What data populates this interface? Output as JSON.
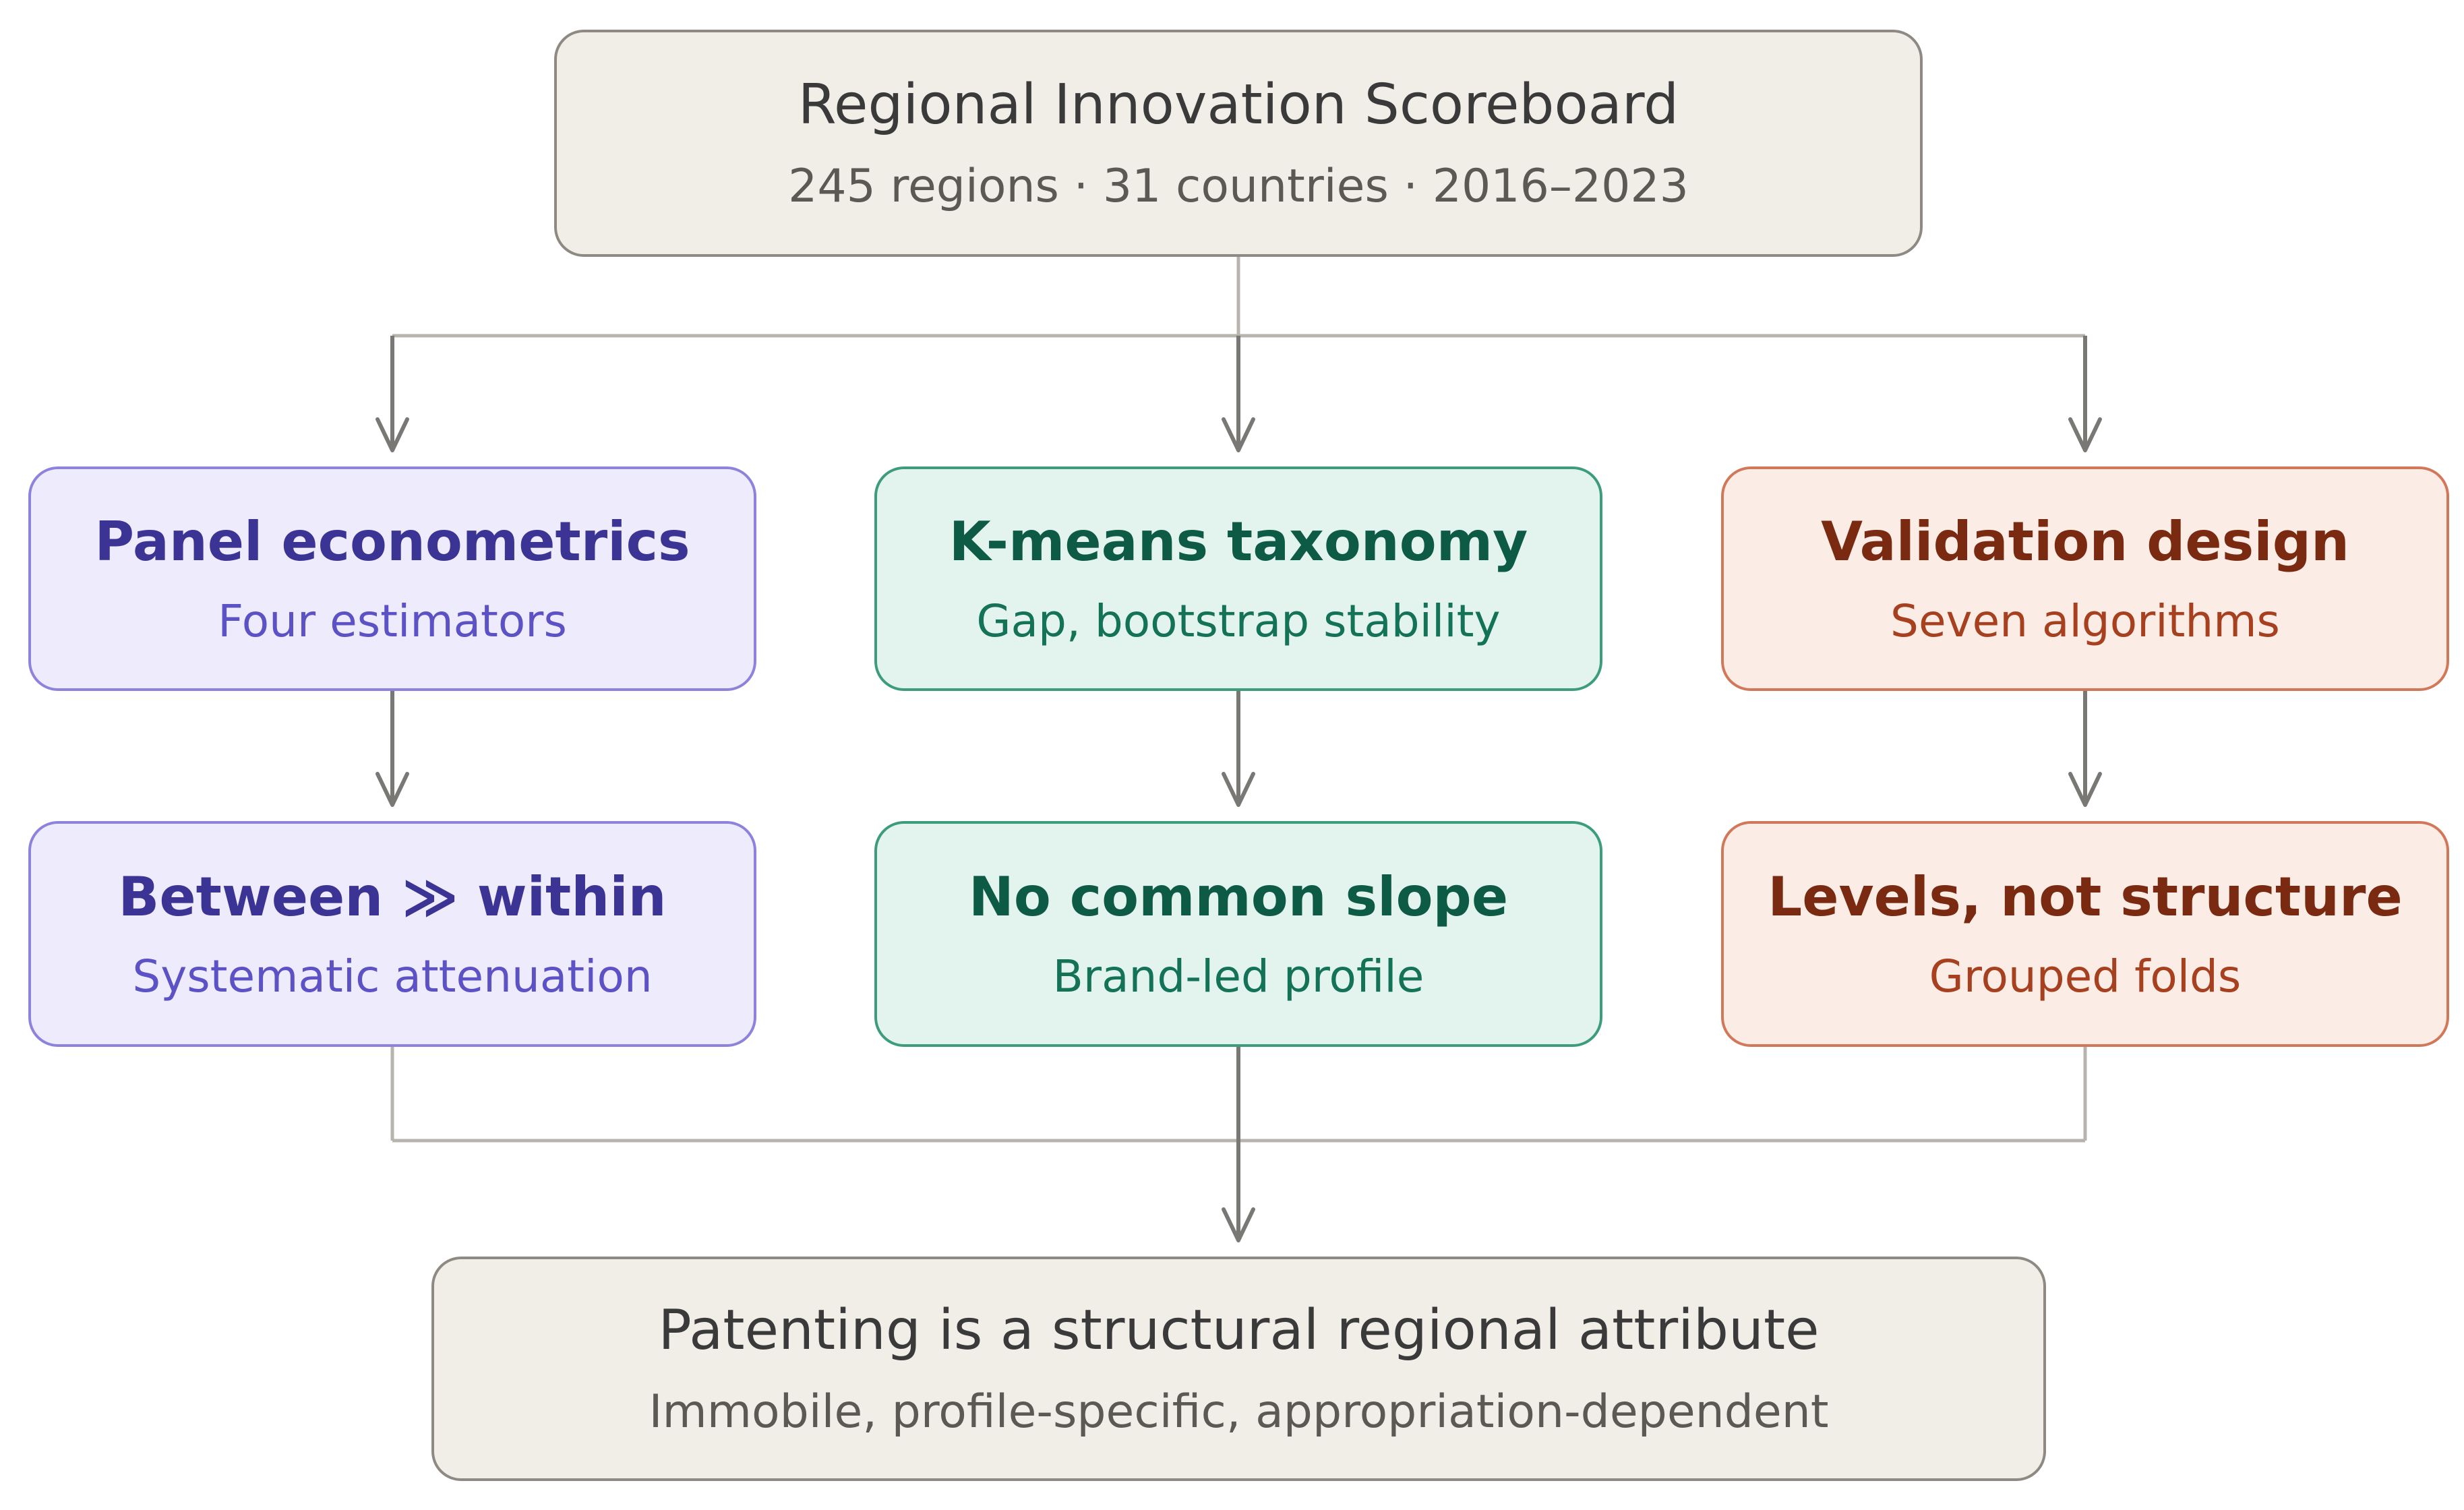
{
  "top": {
    "title": "Regional Innovation Scoreboard",
    "subtitle": "245 regions · 31 countries · 2016–2023"
  },
  "branches": [
    {
      "title": "Panel econometrics",
      "subtitle": "Four estimators",
      "result_title": "Between ≫ within",
      "result_subtitle": "Systematic attenuation",
      "color": "#8d83dc"
    },
    {
      "title": "K-means taxonomy",
      "subtitle": "Gap, bootstrap stability",
      "result_title": "No common slope",
      "result_subtitle": "Brand-led profile",
      "color": "#3c9c7c"
    },
    {
      "title": "Validation design",
      "subtitle": "Seven algorithms",
      "result_title": "Levels, not structure",
      "result_subtitle": "Grouped folds",
      "color": "#d2785a"
    }
  ],
  "conclusion": {
    "title": "Patenting is a structural regional attribute",
    "subtitle": "Immobile, profile-specific, appropriation-dependent"
  }
}
